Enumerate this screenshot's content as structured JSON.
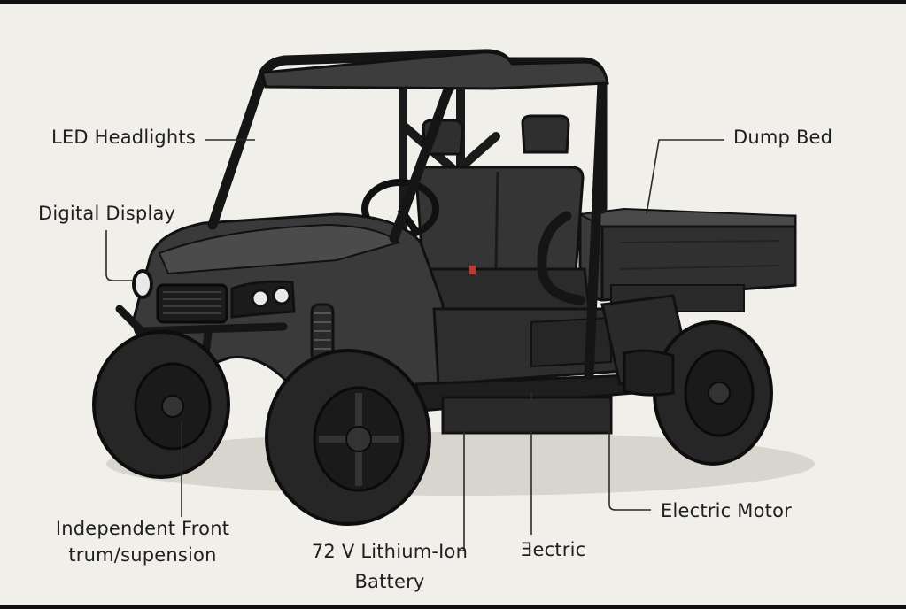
{
  "labels": {
    "led_headlights": "LED Headlights",
    "digital_display": "Digital Display",
    "dump_bed": "Dump Bed",
    "front_suspension_line1": "Independent Front",
    "front_suspension_line2": "trum/supension",
    "battery_line1": "72 V Lithium-Ion",
    "battery_line2": "Battery",
    "electric": "Ǝectric",
    "electric_motor": "Electric Motor"
  },
  "colors": {
    "background": "#f1efea",
    "frame": "#111111",
    "body": "#3a3a3a",
    "tire": "#262626",
    "leader_line": "#2a2a2a"
  }
}
